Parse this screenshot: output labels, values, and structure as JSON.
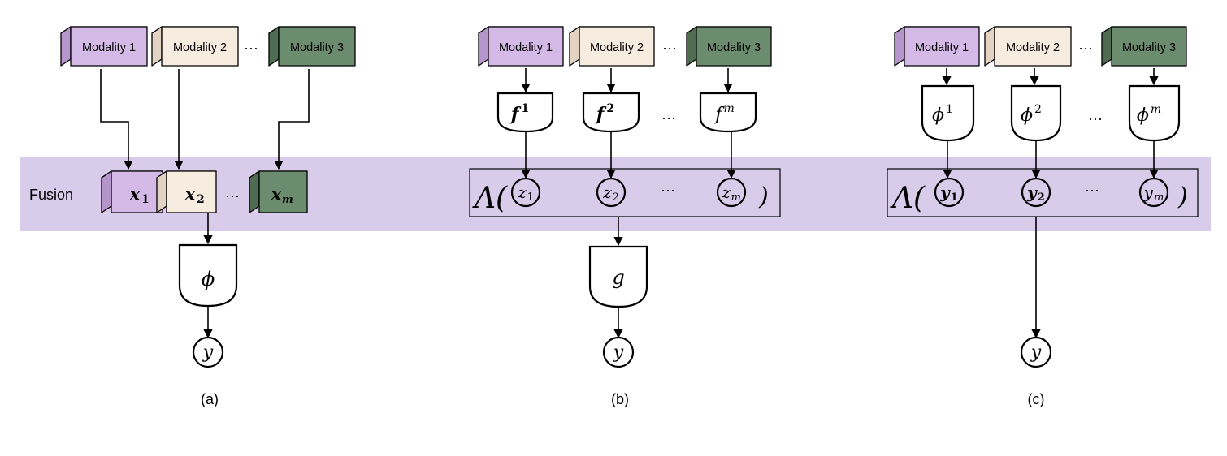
{
  "fusion_label": "Fusion",
  "colors": {
    "band": "#d9cbea",
    "modality1_front": "#d5b9e6",
    "modality1_top": "#e8daf2",
    "modality1_side": "#b595cc",
    "modality2_front": "#f7ece0",
    "modality2_top": "#fdf6ef",
    "modality2_side": "#e3d3c3",
    "modality3_front": "#6c8c6f",
    "modality3_top": "#95ae97",
    "modality3_side": "#4f6c52"
  },
  "panel_a": {
    "caption": "(a)",
    "modalities": [
      "Modality 1",
      "Modality 2",
      "Modality 3"
    ],
    "ellipsis": "···",
    "inputs": [
      "x",
      "x",
      "x"
    ],
    "input_subs": [
      "1",
      "2",
      "m"
    ],
    "model": "ϕ",
    "output": "y"
  },
  "panel_b": {
    "caption": "(b)",
    "modalities": [
      "Modality 1",
      "Modality 2",
      "Modality 3"
    ],
    "ellipsis": "···",
    "encoders": [
      "f",
      "f",
      "f"
    ],
    "encoder_sups": [
      "1",
      "2",
      "m"
    ],
    "fusion_op": "Λ(",
    "close_paren": ")",
    "latents": [
      "z",
      "z",
      "z"
    ],
    "latent_subs": [
      "1",
      "2",
      "m"
    ],
    "head": "g",
    "output": "y"
  },
  "panel_c": {
    "caption": "(c)",
    "modalities": [
      "Modality 1",
      "Modality 2",
      "Modality 3"
    ],
    "ellipsis": "···",
    "models": [
      "ϕ",
      "ϕ",
      "ϕ"
    ],
    "model_sups": [
      "1",
      "2",
      "m"
    ],
    "fusion_op": "Λ(",
    "close_paren": ")",
    "predictions": [
      "y",
      "y",
      "y"
    ],
    "prediction_subs": [
      "1",
      "2",
      "m"
    ],
    "output": "y"
  }
}
